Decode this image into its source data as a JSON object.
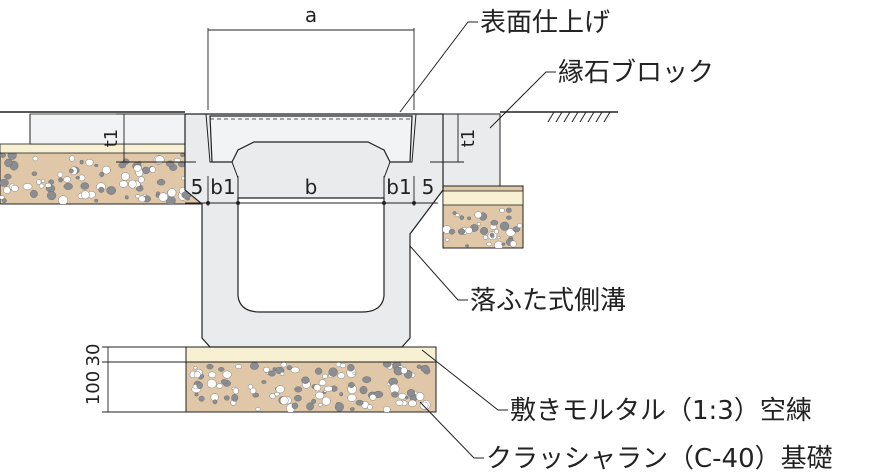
{
  "labels": {
    "surface_finish": "表面仕上げ",
    "curb_block": "縁石ブロック",
    "drop_lid_gutter": "落ふた式側溝",
    "bedding_mortar": "敷きモルタル（1:3）空練",
    "crusher_run_base": "クラッシャラン（C-40）基礎"
  },
  "dimensions": {
    "a": "a",
    "b": "b",
    "b1_left": "b1",
    "b1_right": "b1",
    "five_left": "5",
    "five_right": "5",
    "t1_left": "t1",
    "t1_right": "t1",
    "thirty": "30",
    "hundred": "100"
  },
  "colors": {
    "concrete": "#e9ebed",
    "soil": "#dfc7a8",
    "mortar": "#f7f0d2",
    "stone_grey": "#8a8d91",
    "stone_white": "#ffffff",
    "line": "#222222"
  }
}
